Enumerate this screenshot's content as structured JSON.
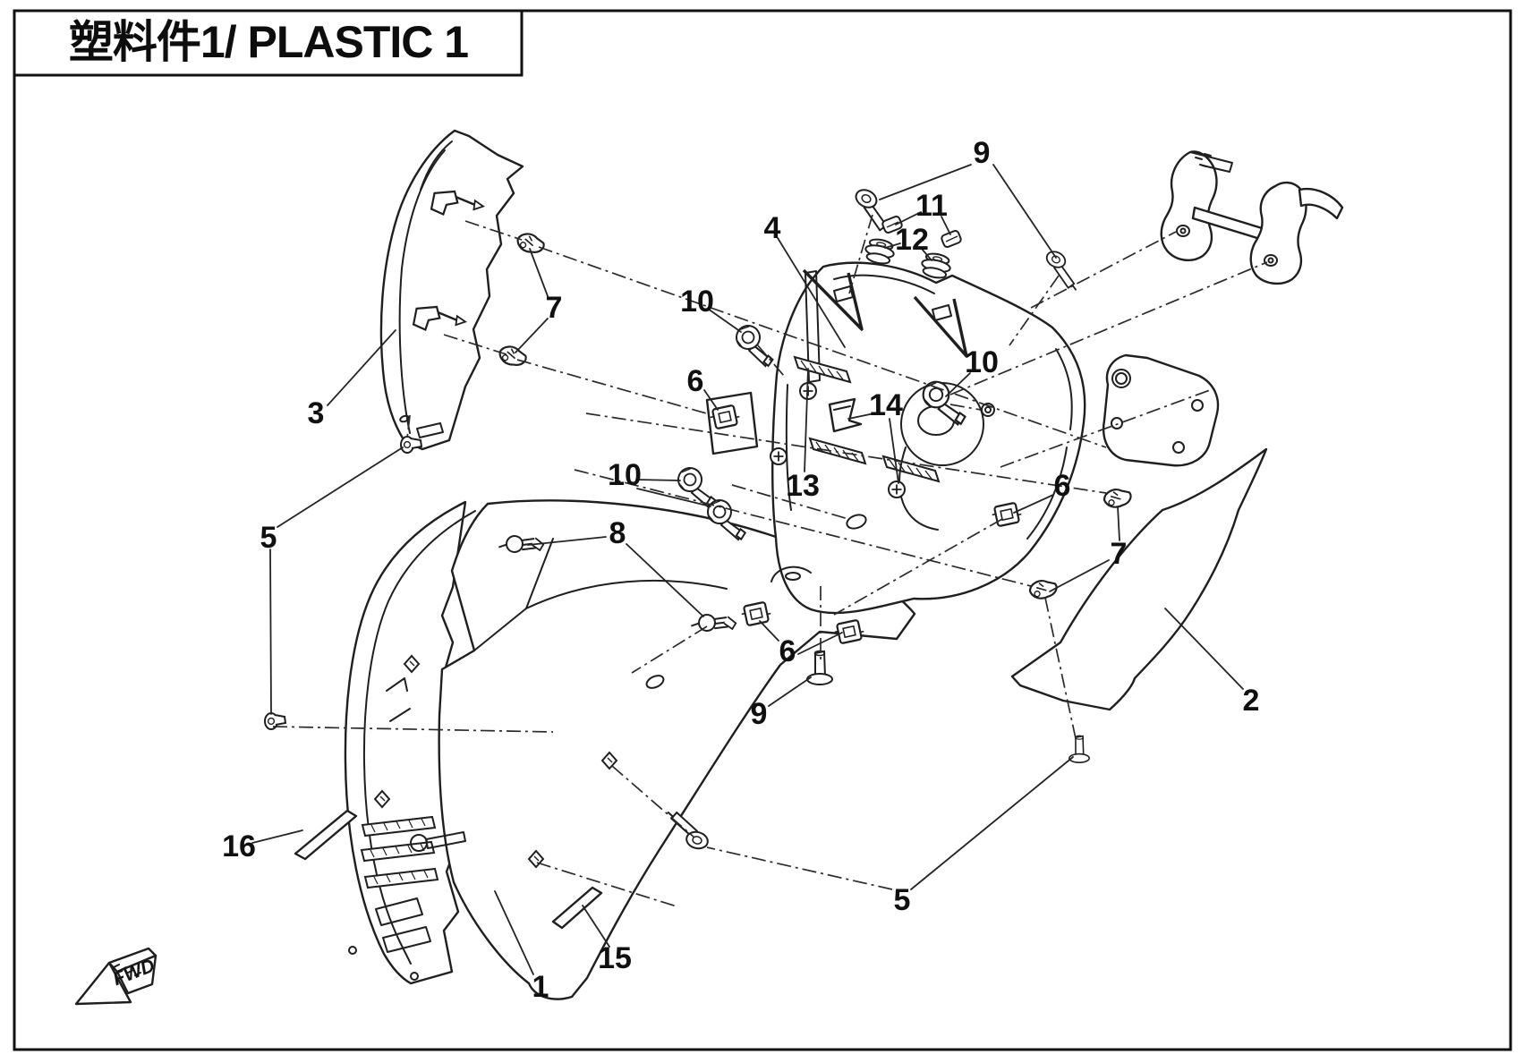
{
  "page": {
    "title": "塑料件1/ PLASTIC 1"
  },
  "direction_indicator": {
    "label": "FWD"
  },
  "callouts": [
    {
      "id": "callout-1-front-panel",
      "label": "1"
    },
    {
      "id": "callout-2-right-panel",
      "label": "2"
    },
    {
      "id": "callout-3-left-panel",
      "label": "3"
    },
    {
      "id": "callout-4-headlight-housing",
      "label": "4"
    },
    {
      "id": "callout-5-left-rivet",
      "label": "5"
    },
    {
      "id": "callout-5-bottom-screw",
      "label": "5"
    },
    {
      "id": "callout-6-upper-clip",
      "label": "6"
    },
    {
      "id": "callout-6-right-clip",
      "label": "6"
    },
    {
      "id": "callout-6-bottom-clip",
      "label": "6"
    },
    {
      "id": "callout-7-left-clip",
      "label": "7"
    },
    {
      "id": "callout-7-right-clip",
      "label": "7"
    },
    {
      "id": "callout-8-pin-clip",
      "label": "8"
    },
    {
      "id": "callout-9-top-screws",
      "label": "9"
    },
    {
      "id": "callout-9-bottom-screw",
      "label": "9"
    },
    {
      "id": "callout-10-upper-bolt",
      "label": "10"
    },
    {
      "id": "callout-10-mid-bolts",
      "label": "10"
    },
    {
      "id": "callout-10-right-bolt",
      "label": "10"
    },
    {
      "id": "callout-11-caps",
      "label": "11"
    },
    {
      "id": "callout-12-grommets",
      "label": "12"
    },
    {
      "id": "callout-13-vent-strip",
      "label": "13"
    },
    {
      "id": "callout-14-bracket",
      "label": "14"
    },
    {
      "id": "callout-15-strip",
      "label": "15"
    },
    {
      "id": "callout-16-strip",
      "label": "16"
    }
  ]
}
